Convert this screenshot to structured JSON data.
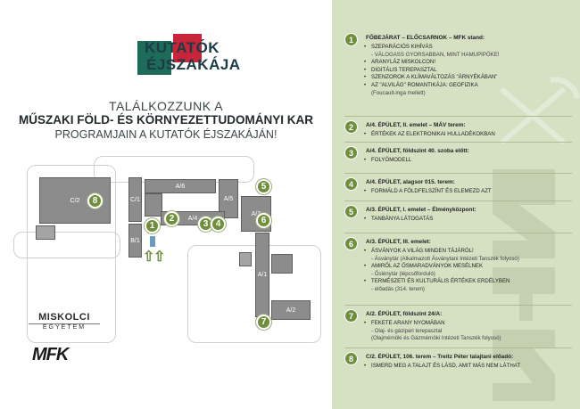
{
  "logo": {
    "line1": "KUTATÓK",
    "line2": "ÉJSZAKÁJA"
  },
  "headline": {
    "line1": "TALÁLKOZZUNK A",
    "line2": "MŰSZAKI FÖLD- ÉS KÖRNYEZETTUDOMÁNYI KAR",
    "line3": "PROGRAMJAIN A KUTATÓK ÉJSZAKÁJÁN!"
  },
  "map": {
    "buildings": [
      "C/2",
      "C/1",
      "B/1",
      "A/6",
      "A/5",
      "A/4",
      "A/3",
      "A/1",
      "A/2"
    ],
    "pins": [
      "8",
      "1",
      "2",
      "3",
      "4",
      "5",
      "6",
      "7"
    ]
  },
  "bottom_logos": {
    "university_line1": "MISKOLCI",
    "university_line2": "EGYETEM",
    "mfk": "MFK"
  },
  "programs": [
    {
      "num": "1",
      "title": "FŐBEJÁRAT – ELŐCSARNOK – MFK stand:",
      "lines": [
        {
          "t": "SZEPARÁCIÓS KIHÍVÁS",
          "b": true
        },
        {
          "t": "- VÁLOGASS GYORSABBAN, MINT HAMUPIPŐKE!",
          "b": false
        },
        {
          "t": "ARANYLÁZ MISKOLCON!",
          "b": true
        },
        {
          "t": "DIGITÁLIS TEREPASZTAL",
          "b": true
        },
        {
          "t": "SZENZOROK A KLÍMAVÁLTOZÁS \"ÁRNYÉKÁBAN\"",
          "b": true
        },
        {
          "t": "AZ \"ALVILÁG\" ROMANTIKÁJA: GEOFIZIKA",
          "b": true
        },
        {
          "t": "(Foucault-inga mellett)",
          "b": false
        }
      ]
    },
    {
      "num": "2",
      "title": "A/4. ÉPÜLET, II. emelet – MÁV terem:",
      "lines": [
        {
          "t": "ÉRTÉKEK AZ ELEKTRONIKAI HULLADÉKOKBAN",
          "b": true
        }
      ]
    },
    {
      "num": "3",
      "title": "A/4. ÉPÜLET, földszint 40. szoba előtt:",
      "lines": [
        {
          "t": "FOLYÓMODELL",
          "b": true
        }
      ]
    },
    {
      "num": "4",
      "title": "A/4. ÉPÜLET, alagsor 015. terem:",
      "lines": [
        {
          "t": "FORMÁLD A FÖLDFELSZÍNT ÉS ELEMEZD AZT",
          "b": true
        }
      ]
    },
    {
      "num": "5",
      "title": "A/3. ÉPÜLET, I. emelet – Élményközpont:",
      "lines": [
        {
          "t": "TANBÁNYA LÁTOGATÁS",
          "b": true
        }
      ]
    },
    {
      "num": "6",
      "title": "A/3. ÉPÜLET, III. emelet:",
      "lines": [
        {
          "t": "ÁSVÁNYOK A VILÁG MINDEN TÁJÁRÓL!",
          "b": true
        },
        {
          "t": "- Ásványtár (Alkalmazott Ásványtani Intézeti Tanszék folyosó)",
          "b": false
        },
        {
          "t": "AMIRŐL AZ ŐSMARADVÁNYOK MESÉLNEK",
          "b": true
        },
        {
          "t": "- Őslénytár (lépcsőforduló)",
          "b": false
        },
        {
          "t": "TERMÉSZETI ÉS KULTURÁLIS ÉRTÉKEK ERDÉLYBEN",
          "b": true
        },
        {
          "t": "- előadás (314. terem)",
          "b": false
        }
      ]
    },
    {
      "num": "7",
      "title": "A/2. ÉPÜLET, földszint 24/A:",
      "lines": [
        {
          "t": "FEKETE ARANY NYOMÁBAN",
          "b": true
        },
        {
          "t": "- Olaj- és gázipari terepasztal",
          "b": false
        },
        {
          "t": "(Olajmérnöki és Gázmérnöki Intézeti Tanszék folyosó)",
          "b": false
        }
      ]
    },
    {
      "num": "8",
      "title": "C/2. ÉPÜLET, 106. terem – Treitz Péter talajtani előadó:",
      "lines": [
        {
          "t": "ISMERD MEG A TALAJT ÉS LÁSD, AMIT MÁS NEM LÁTHAT",
          "b": true
        }
      ]
    }
  ],
  "colors": {
    "panel": "#d6e0c3",
    "accent": "#6f8f3c",
    "logo_red": "#c8243a",
    "logo_green": "#1f6b5a"
  }
}
